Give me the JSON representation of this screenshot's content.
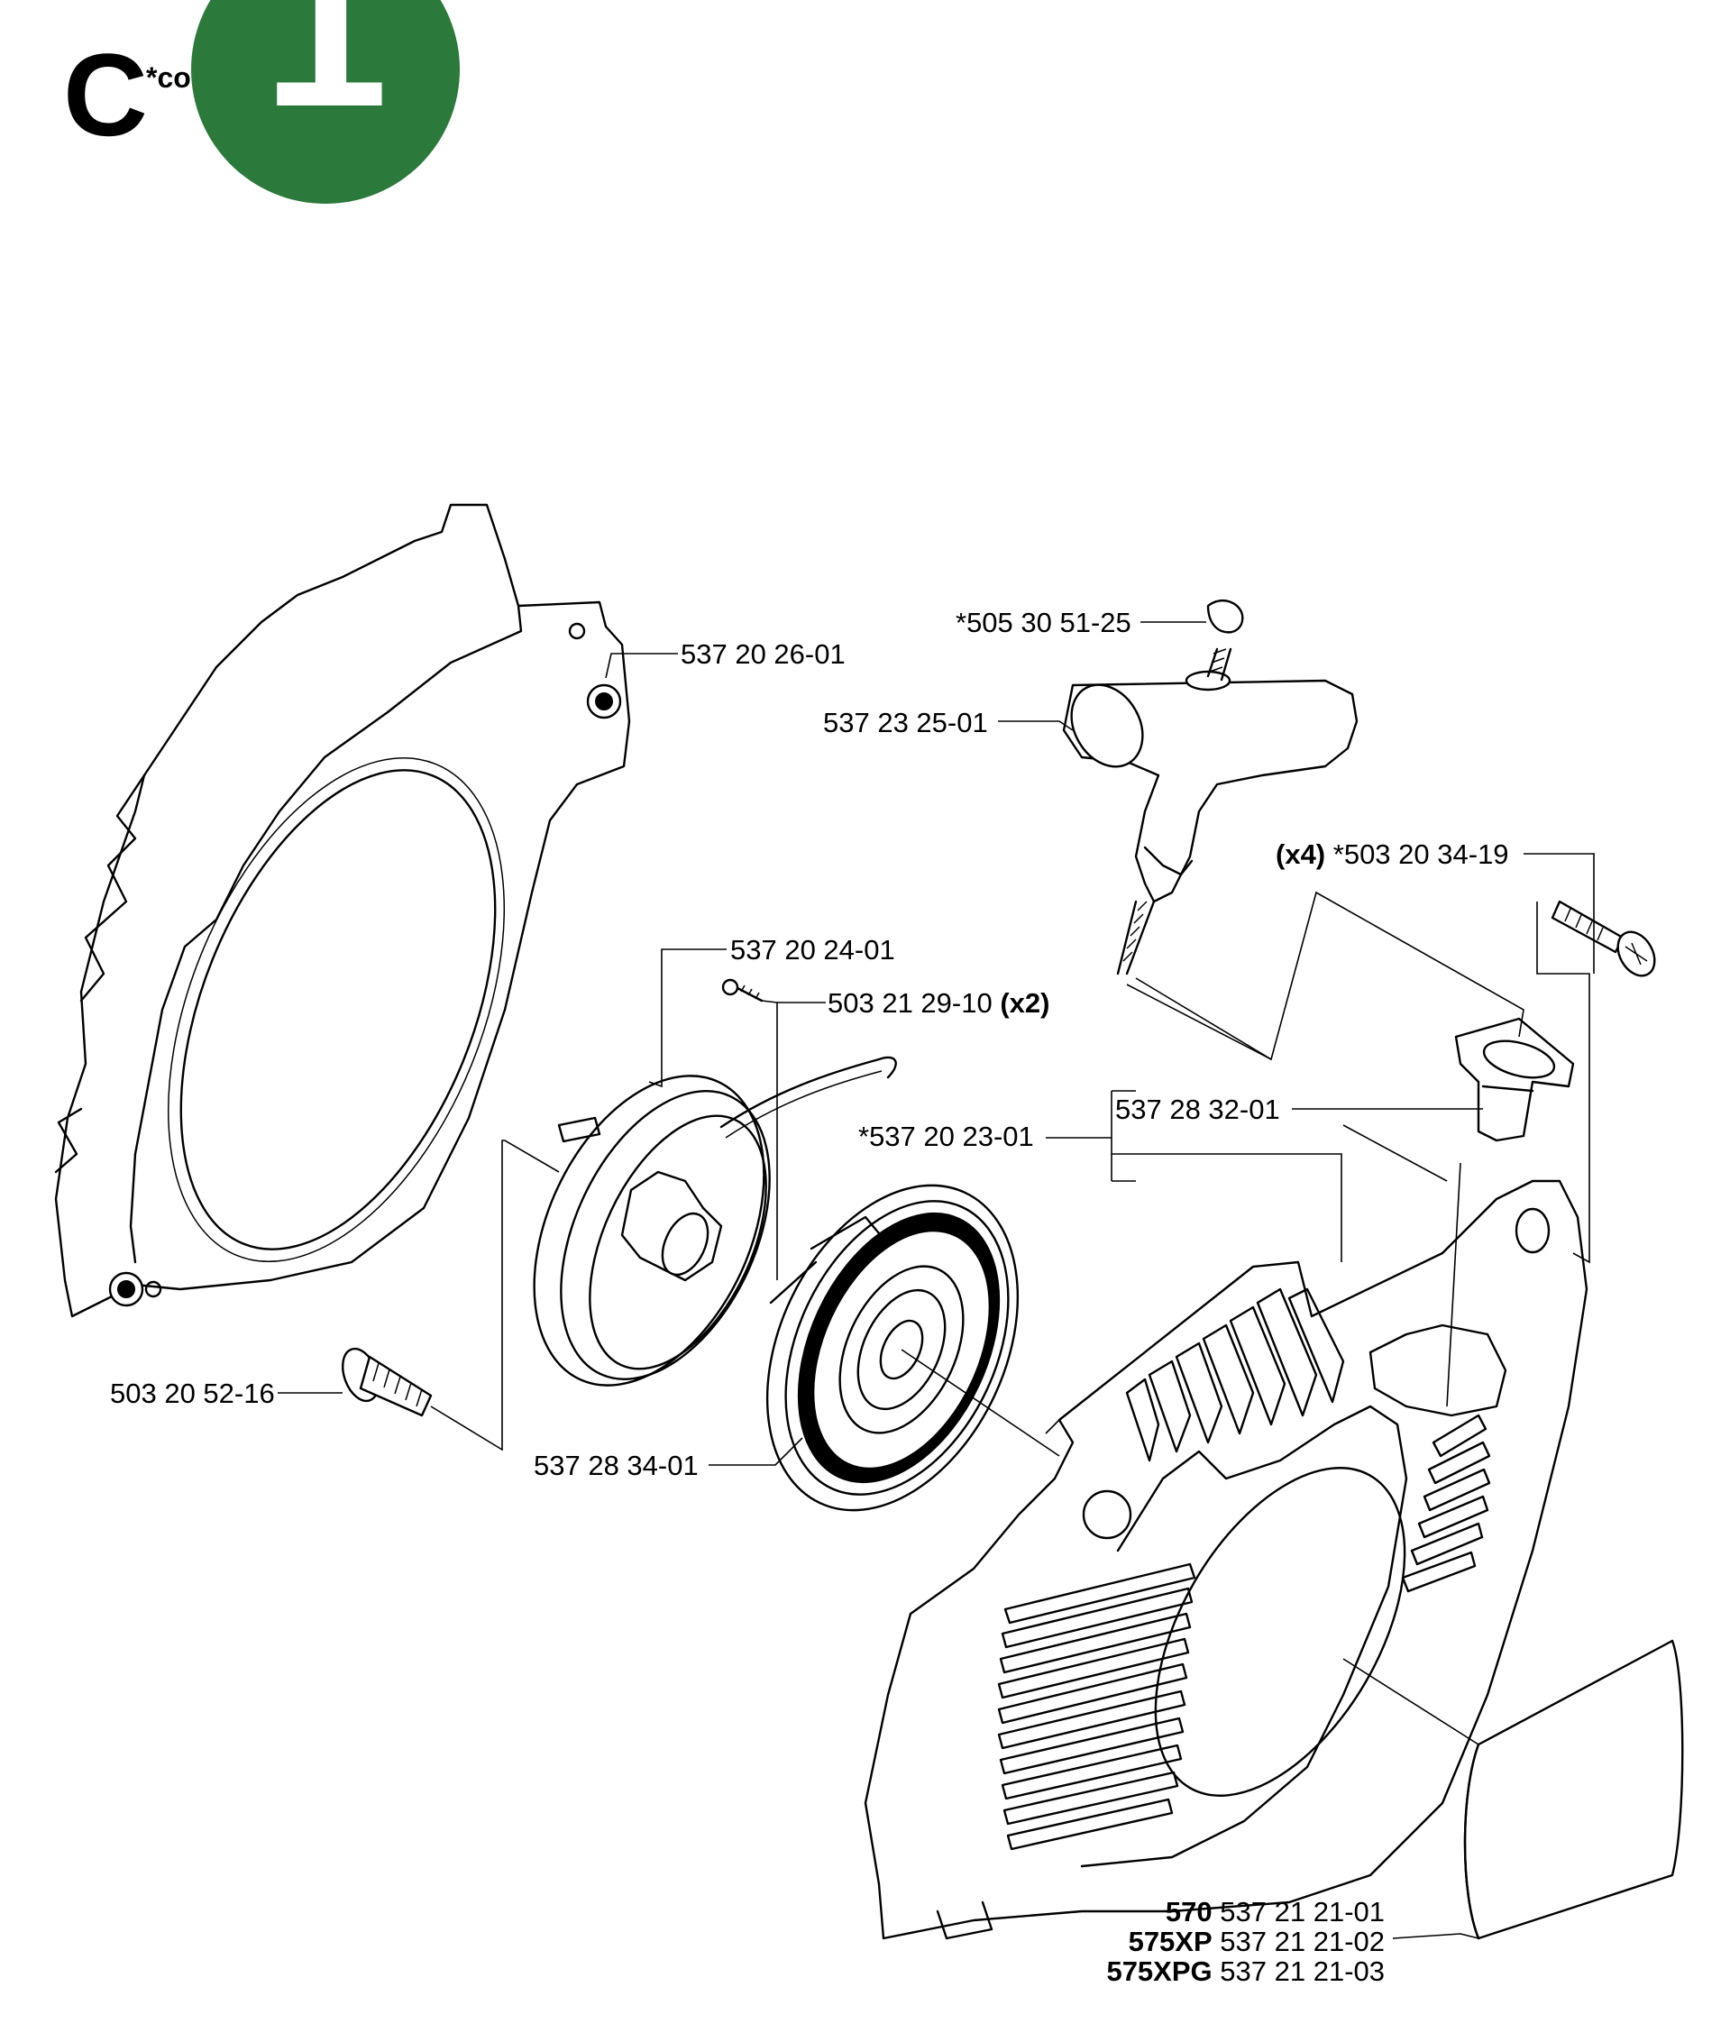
{
  "section": {
    "letter": "C",
    "note": "*co"
  },
  "badge": {
    "number": "1",
    "color": "#2b7a3b"
  },
  "labels": {
    "cover": "537 20 26-01",
    "cord_spring": "*505 30 51-25",
    "handle": "537 23 25-01",
    "screw_x4_qty": "(x4)",
    "screw_x4_part": "*503 20 34-19",
    "pulley": "537 20 24-01",
    "screw_x2_part": "503 21 29-10",
    "screw_x2_qty": "(x2)",
    "bushing": "537 28 32-01",
    "starter_asm": "*537 20 23-01",
    "bolt": "503 20 52-16",
    "spring_cassette": "537 28 34-01"
  },
  "models": [
    {
      "model": "570",
      "part": "537 21 21-01"
    },
    {
      "model": "575XP",
      "part": "537 21 21-02"
    },
    {
      "model": "575XPG",
      "part": "537 21 21-03"
    }
  ]
}
